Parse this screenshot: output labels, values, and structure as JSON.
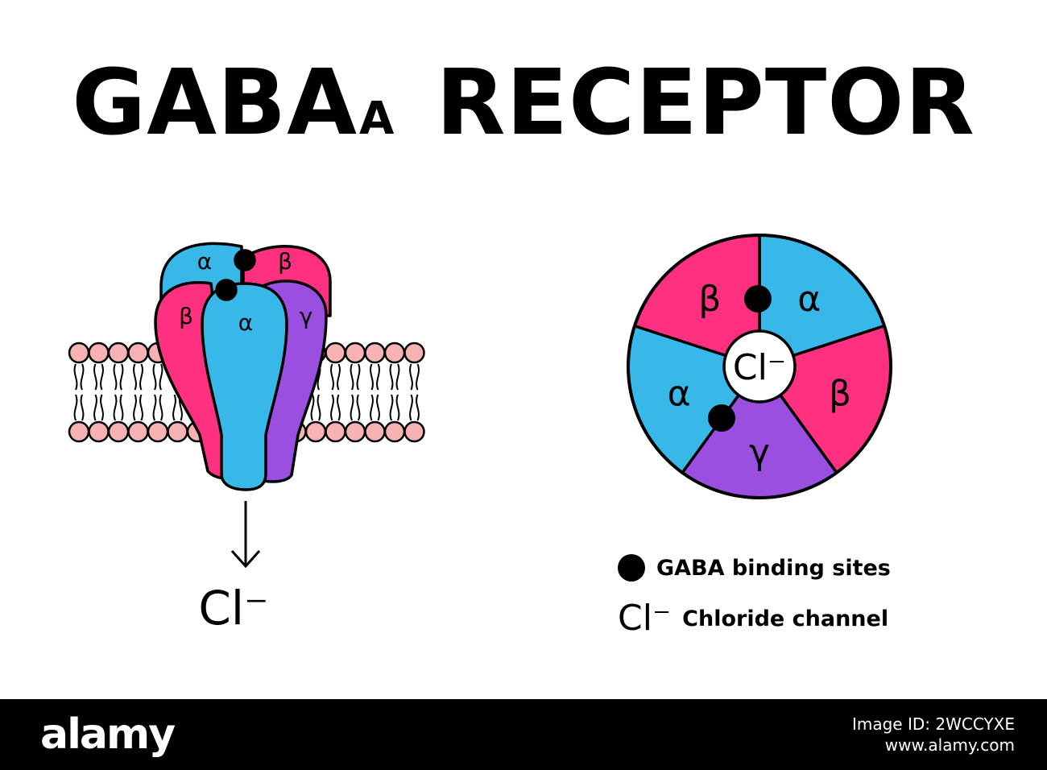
{
  "title": {
    "main": "GABA",
    "subscript": "A",
    "rest": "RECEPTOR"
  },
  "side_view": {
    "labels": {
      "alpha_top": "α",
      "beta_top": "β",
      "beta_front": "β",
      "alpha_front": "α",
      "gamma_front": "γ"
    },
    "ion_label": "Cl⁻"
  },
  "top_view": {
    "segments": [
      {
        "label": "α",
        "color": "#38b8e8"
      },
      {
        "label": "β",
        "color": "#ff3080"
      },
      {
        "label": "γ",
        "color": "#9b4fe0"
      },
      {
        "label": "α",
        "color": "#38b8e8"
      },
      {
        "label": "β",
        "color": "#ff3080"
      }
    ],
    "center_label": "Cl⁻"
  },
  "legend": {
    "binding_sites": "GABA binding sites",
    "chloride_symbol": "Cl⁻",
    "chloride_channel": "Chloride channel"
  },
  "colors": {
    "alpha": "#38b8e8",
    "beta": "#ff3080",
    "gamma": "#9b4fe0",
    "lipid_head": "#f7b3b3"
  },
  "footer": {
    "logo": "alamy",
    "image_id_label": "Image ID: 2WCCYXE",
    "site": "www.alamy.com"
  }
}
